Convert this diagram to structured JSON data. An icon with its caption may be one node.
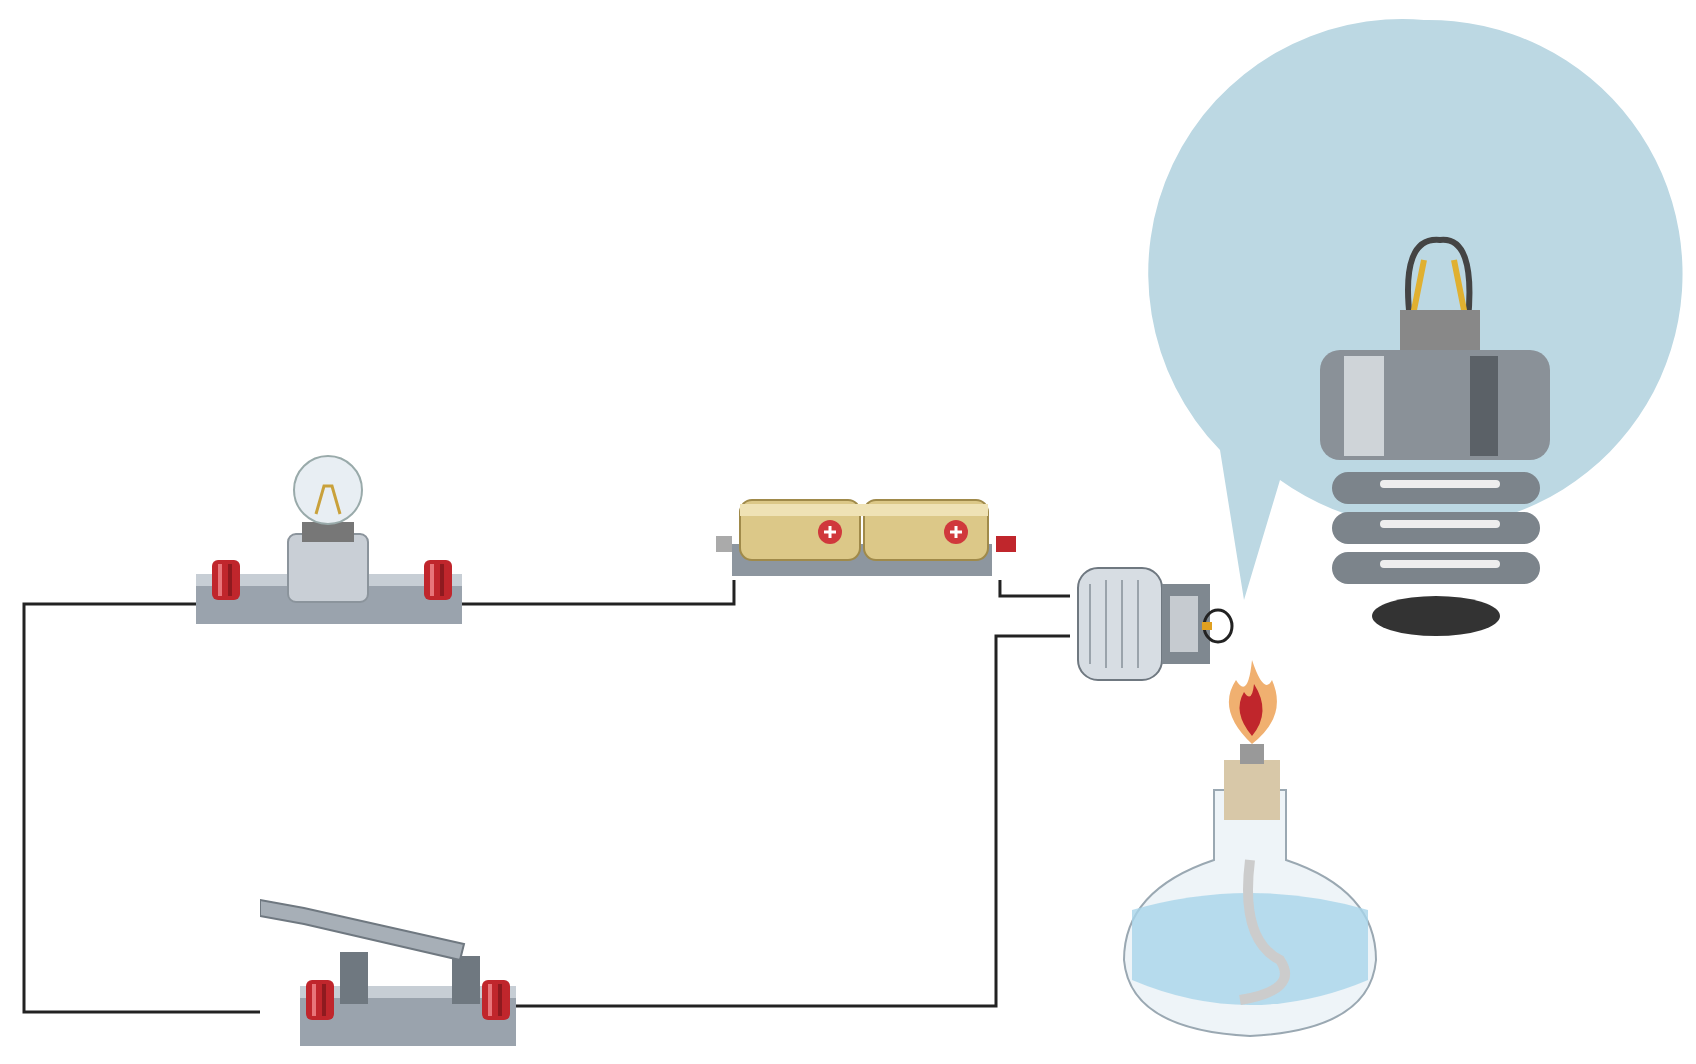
{
  "diagram": {
    "nodes": [
      {
        "text": [],
        "shape": "picture"
      },
      {
        "text": [],
        "shape": "picture"
      },
      {
        "text": [],
        "shape": "picture"
      },
      {
        "text": [],
        "shape": "picture"
      }
    ],
    "edges": [
      {
        "from": 0,
        "to": 1,
        "arrow": "none"
      },
      {
        "from": 1,
        "to": 2,
        "arrow": "none"
      },
      {
        "from": 2,
        "to": 3,
        "arrow": "none"
      },
      {
        "from": 3,
        "to": 0,
        "arrow": "none"
      }
    ]
  }
}
